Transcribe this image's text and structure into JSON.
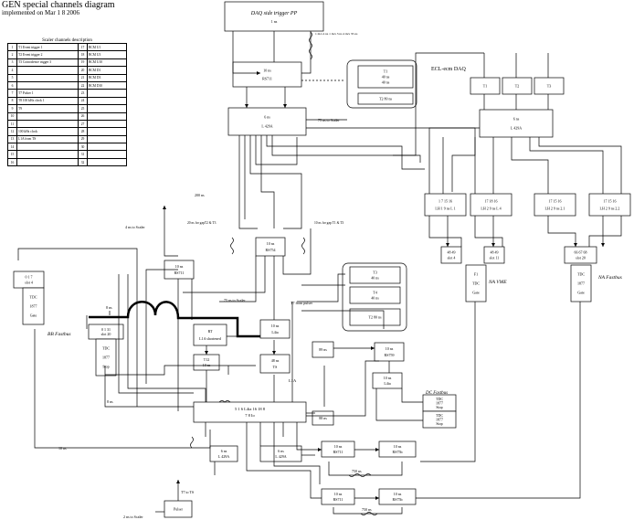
{
  "header": {
    "title": "GEN special channels diagram",
    "implemented": "implemented on    Mar 1 8 2006"
  },
  "scaler_table": {
    "title": "Scaler channels description",
    "rows": [
      [
        "1",
        "T1 Event trigger 1",
        "17",
        "BCM U1"
      ],
      [
        "2",
        "T2 Event trigger 2",
        "18",
        "BCM U3"
      ],
      [
        "3",
        "T3 Coincidence trigger 3",
        "19",
        "BCM U10"
      ],
      [
        "4",
        "",
        "20",
        "BCM D1"
      ],
      [
        "5",
        "",
        "21",
        "BCM D3"
      ],
      [
        "6",
        "",
        "22",
        "BCM D10"
      ],
      [
        "7",
        "T7 Pulser 1",
        "23",
        ""
      ],
      [
        "8",
        "T8 100 kHz clock 1",
        "24",
        ""
      ],
      [
        "9",
        "T9",
        "25",
        ""
      ],
      [
        "10",
        "",
        "26",
        ""
      ],
      [
        "11",
        "",
        "27",
        ""
      ],
      [
        "12",
        "100 kHz clock",
        "28",
        ""
      ],
      [
        "13",
        "L1A from TS",
        "29",
        ""
      ],
      [
        "14",
        "",
        "30",
        ""
      ],
      [
        "15",
        "",
        "31",
        ""
      ],
      [
        "16",
        "",
        "32",
        ""
      ]
    ]
  },
  "labels": {
    "daq_pp": "DAQ side trigger PP",
    "daq_pp_sub": "1 ns",
    "ecl_label": "ECL-ecm DAQ",
    "bb_fastbus": "BB Fastbus",
    "na_vme": "NA VME",
    "na_fastbus": "NA Fastbus",
    "dc_fastbus": "DC Fastbus",
    "t7_to_ts": "T7 to TS",
    "to_scaler_pulser": "2 ns to Scaler",
    "pulser": "Pulser",
    "to_scaler_1": "75 ns to Scaler",
    "to_scaler_2": "4 ns to Scaler",
    "to_scaler_3": "75 ns to Scaler",
    "t7_to_pulser": "T7 from pulser",
    "cables_top": "1 m/s 4 ns 1 m/s 3 ns 4 m/s 35 ns",
    "delay_200": "200 ns",
    "delay_20a": "20 ns for gapT2 & T3",
    "delay_10a": "10 ns for gap T1 & T3",
    "delay_750a": "750 ns",
    "delay_750b": "750 ns",
    "l1a": "L1A",
    "bb_10ns": "10 ns",
    "t8": "8 ns",
    "t9": "8 ns"
  },
  "boxes": {
    "rs711_top": {
      "line1": "10 ns",
      "line2": "RS711"
    },
    "lr429_top": {
      "line1": "6 ns",
      "line2": "L 429A"
    },
    "t1": {
      "label": "T1"
    },
    "t2": {
      "label": "T2"
    },
    "t3": {
      "label": "T3"
    },
    "lr429_right": {
      "line1": "6 ns",
      "line2": "L 429A"
    },
    "rs754": {
      "line1": "10 ns",
      "line2": "RS754"
    },
    "rs711_mid": {
      "line1": "10 ns",
      "line2": "RS711"
    },
    "l4ia_1": {
      "line1": "10 ns",
      "line2": "L4ia"
    },
    "ts": {
      "line1": "48 ns",
      "line2": "TS"
    },
    "rt": {
      "line1": "RT",
      "line2": "L1A shortened"
    },
    "t12": {
      "line1": "T12",
      "line2": "10 ns"
    },
    "l4ia_big": {
      "line1": "5   1   6   L4ia   16   18   8",
      "line2": "7   8   Io"
    },
    "lr429_bl": {
      "line1": "6 ns",
      "line2": "L 429A"
    },
    "lr429_bm": {
      "line1": "6 ns",
      "line2": "L 429A"
    },
    "rs711_b1": {
      "line1": "10 ns",
      "line2": "RS711"
    },
    "rs75b_1": {
      "line1": "10 ns",
      "line2": "RS75b"
    },
    "rs711_b2": {
      "line1": "10 ns",
      "line2": "RS711"
    },
    "rs75b_2": {
      "line1": "10 ns",
      "line2": "RS75b"
    },
    "rs759_r": {
      "line1": "10 ns",
      "line2": "RS759"
    },
    "l4ia_r": {
      "line1": "10 ns",
      "line2": "L4ia"
    },
    "pp_89": {
      "line1": "89 ns"
    },
    "pp_88": {
      "line1": "88 ns"
    },
    "lh_1": {
      "line1": "1   7   15   16",
      "line2": "LH 1   9 ns   L 1"
    },
    "lh_2": {
      "line1": "17   18   16",
      "line2": "LH 2   9 ns   L 4"
    },
    "lh_3": {
      "line1": "17   15   16",
      "line2": "LH 2   9 ns   2.1"
    },
    "lh_4": {
      "line1": "17   15   16",
      "line2": "LH 2   9 ns   2.2"
    },
    "slot_a": {
      "line1": "48  49",
      "line2": "slot 4"
    },
    "slot_b": {
      "line1": "48  49",
      "line2": "slot 11"
    },
    "slot_c": {
      "line1": "66  67  68",
      "line2": "slot 20"
    },
    "f1_tdc": {
      "line1": "F1",
      "line2": "TDC",
      "line3": "Gate"
    },
    "tdc_na": {
      "line1": "TDC",
      "line2": "1877",
      "line3": "Gate"
    },
    "tdc_bb": {
      "line1": "TDC",
      "line2": "1877",
      "line3": "Gate"
    },
    "tdc_bb_top": {
      "line1": "0   1   7",
      "line2": "slot 4"
    },
    "tdc_bb2": {
      "line1": "TDC",
      "line2": "1877",
      "line3": "Stop"
    },
    "bb_slot": {
      "line1": "0 1     31",
      "line2": "slot 20"
    },
    "dc_tdc1": {
      "line1": "TDC",
      "line2": "1877",
      "line3": "Stop"
    },
    "dc_tdc2": {
      "line1": "TDC",
      "line2": "1877",
      "line3": "Stop"
    },
    "pulser_box": {
      "line1": "Pulser"
    },
    "inset1_t1": {
      "line1": "T1",
      "line2": "40 ns",
      "line3": "40 ns"
    },
    "inset1_t2": {
      "line1": "T2   80 ns"
    },
    "inset2_t3": {
      "line1": "T3",
      "line2": "40 ns"
    },
    "inset2_t4": {
      "line1": "T4",
      "line2": "40 ns"
    },
    "inset2_t5": {
      "line1": "T2   80 ns"
    }
  }
}
